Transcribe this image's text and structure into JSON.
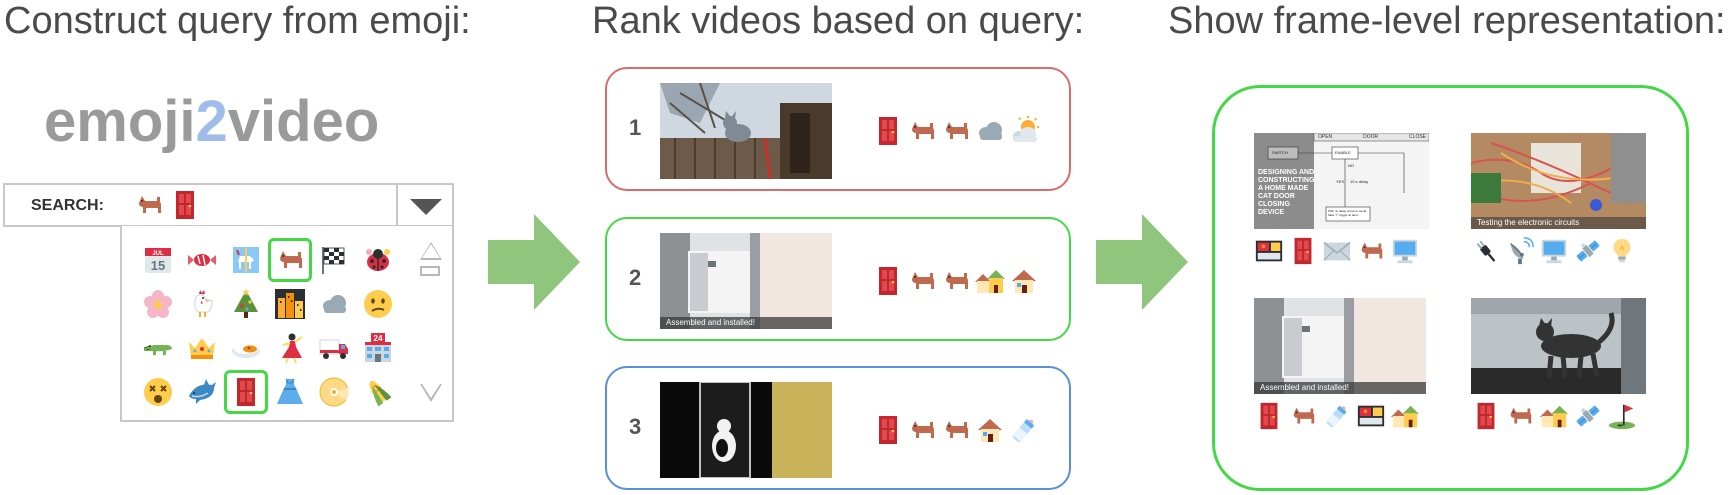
{
  "headings": {
    "construct": "Construct query from emoji:",
    "rank": "Rank videos based on query:",
    "frames": "Show frame-level representation:"
  },
  "logo": {
    "part1": "emoji",
    "part2": "2",
    "part3": "video"
  },
  "search": {
    "label": "SEARCH:",
    "query_emojis": [
      "dog-icon",
      "door-icon"
    ]
  },
  "picker": {
    "emojis": [
      "calendar-icon",
      "candy-icon",
      "carousel-icon",
      "dog-icon",
      "checkered-flag-icon",
      "ladybug-icon",
      "cherry-blossom-icon",
      "rooster-icon",
      "christmas-tree-icon",
      "cityscape-icon",
      "cloud-icon",
      "confused-face-icon",
      "crocodile-icon",
      "crown-icon",
      "curry-icon",
      "dancer-icon",
      "truck-icon",
      "department-store-icon",
      "dizzy-face-icon",
      "dolphin-icon",
      "door-icon",
      "dress-icon",
      "dvd-icon",
      "corn-icon"
    ],
    "selected": [
      "dog-icon",
      "door-icon"
    ],
    "calendar_text": {
      "month": "JUL",
      "day": "15"
    },
    "store_number": "24"
  },
  "rankings": [
    {
      "rank": "1",
      "border_color": "#d96b6b",
      "scene": "cat-on-fence",
      "emojis": [
        "door-icon",
        "dog-icon",
        "dog-icon",
        "cloud-icon",
        "sun-behind-cloud-icon"
      ]
    },
    {
      "rank": "2",
      "border_color": "#44d944",
      "scene": "window-door-installed",
      "caption": "Assembled and installed!",
      "emojis": [
        "door-icon",
        "dog-icon",
        "dog-icon",
        "houses-icon",
        "house-icon"
      ]
    },
    {
      "rank": "3",
      "border_color": "#5b8fd6",
      "scene": "cat-in-dark-doorway",
      "emojis": [
        "door-icon",
        "dog-icon",
        "dog-icon",
        "house-icon",
        "baby-bottle-icon"
      ]
    }
  ],
  "frames": [
    {
      "scene": "diagram-frame",
      "caption_lines": [
        "DESIGNING AND",
        "CONSTRUCTING",
        "A HOME MADE",
        "CAT DOOR",
        "CLOSING",
        "DEVICE"
      ],
      "header_labels": [
        "OPEN",
        "DOOR",
        "CLOSE"
      ],
      "box_labels": [
        "SWITCH",
        "ENABLE",
        "NO",
        "YES",
        "10 s delay"
      ],
      "box_note": "With no delay circuit to avoid false 'Y' trigger at door...",
      "emojis": [
        "bento-icon",
        "door-icon",
        "envelope-icon",
        "dog-icon",
        "computer-icon"
      ]
    },
    {
      "scene": "electronics-frame",
      "caption": "Testing the electronic circuits",
      "emojis": [
        "plug-icon",
        "satellite-dish-icon",
        "computer-icon",
        "satellite-icon",
        "light-bulb-icon"
      ]
    },
    {
      "scene": "window-door-installed",
      "caption": "Assembled and installed!",
      "emojis": [
        "door-icon",
        "dog-icon",
        "baby-bottle-icon",
        "bento-icon",
        "houses-icon"
      ]
    },
    {
      "scene": "cat-walking-through",
      "emojis": [
        "door-icon",
        "dog-icon",
        "houses-icon",
        "satellite-icon",
        "golf-icon"
      ]
    }
  ]
}
